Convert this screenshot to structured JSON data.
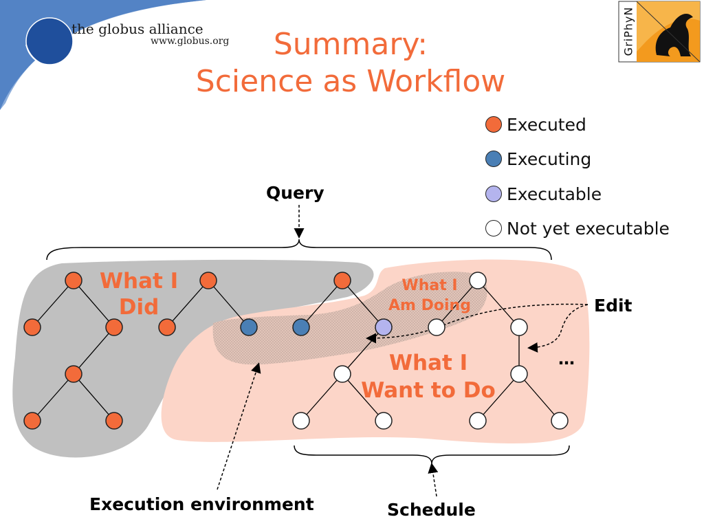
{
  "header": {
    "title_line1": "Summary:",
    "title_line2": "Science as Workflow",
    "logo_name": "the globus alliance",
    "logo_url": "www.globus.org",
    "corner_logo_text": "GriPhyN"
  },
  "legend": [
    {
      "label": "Executed",
      "color": "#f26b3a"
    },
    {
      "label": "Executing",
      "color": "#4a7fb5"
    },
    {
      "label": "Executable",
      "color": "#b4b4ee"
    },
    {
      "label": "Not yet executable",
      "color": "#ffffff"
    }
  ],
  "labels": {
    "query": "Query",
    "edit": "Edit",
    "ellipsis": "…",
    "execution_environment": "Execution environment",
    "schedule": "Schedule"
  },
  "regions": {
    "did_line1": "What I",
    "did_line2": "Did",
    "doing_line1": "What I",
    "doing_line2": "Am Doing",
    "want_line1": "What I",
    "want_line2": "Want to Do"
  },
  "colors": {
    "accent": "#f26b3a",
    "did_region": "#c0c0c0",
    "want_region": "#fcd5c8",
    "doing_region": "#e4c9be",
    "globus_blue": "#1f4f9c"
  }
}
